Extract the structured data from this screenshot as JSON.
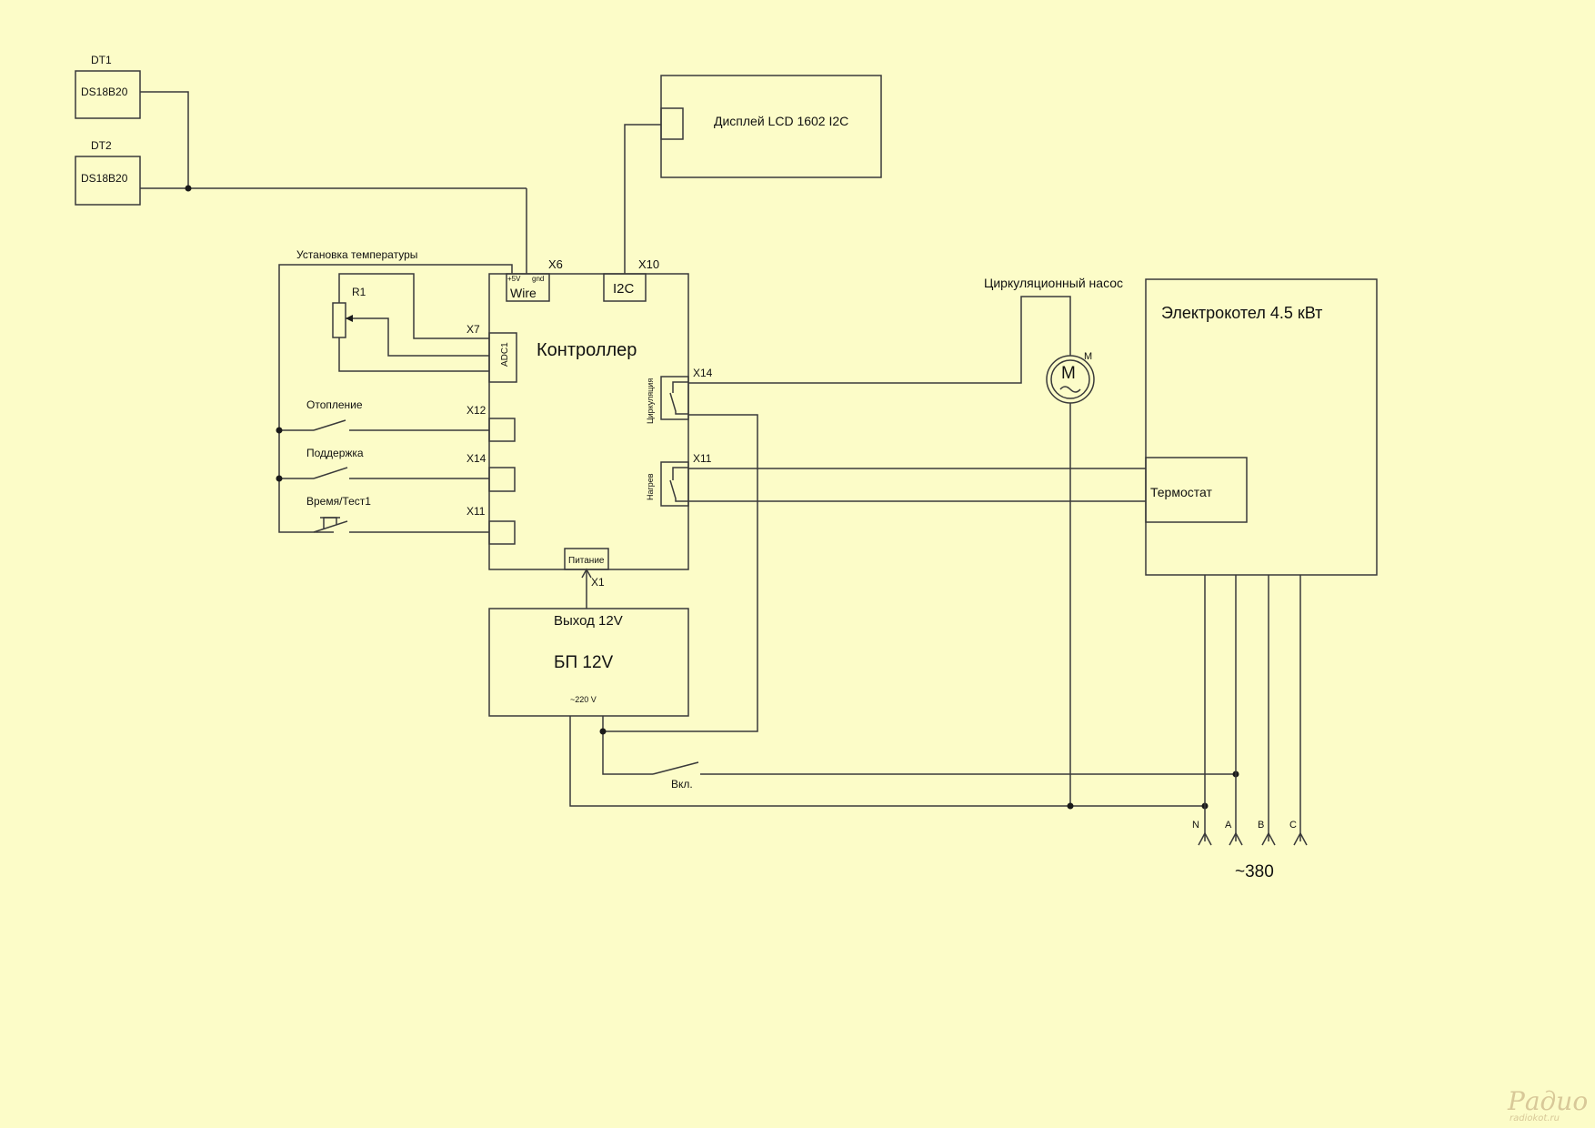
{
  "sensors": {
    "dt1_ref": "DT1",
    "dt1_part": "DS18B20",
    "dt2_ref": "DT2",
    "dt2_part": "DS18B20"
  },
  "display": {
    "label": "Дисплей LCD 1602 I2C"
  },
  "controller": {
    "title": "Контроллер",
    "wire_port": "Wire",
    "wire_pin_5v": "+5V",
    "wire_pin_gnd": "gnd",
    "i2c_port": "I2C",
    "adc_label": "ADC1",
    "power_label": "Питание",
    "relay_circ_label": "Циркуляция",
    "relay_heat_label": "Нагрев"
  },
  "connectors": {
    "x6": "X6",
    "x10": "X10",
    "x7": "X7",
    "x12": "X12",
    "x14_left": "X14",
    "x11_left": "X11",
    "x14_right": "X14",
    "x11_right": "X11",
    "x1": "X1"
  },
  "inputs": {
    "temp_setting_label": "Установка температуры",
    "r1": "R1",
    "heating": "Отопление",
    "support": "Поддержка",
    "time_test": "Время/Тест1"
  },
  "psu": {
    "output": "Выход 12V",
    "name": "БП 12V",
    "input": "~220 V"
  },
  "pump": {
    "label": "Циркуляционный насос",
    "motor_ref": "M",
    "motor_symbol": "M"
  },
  "boiler": {
    "title": "Электрокотел 4.5 кВт",
    "thermostat": "Термостат"
  },
  "mains": {
    "switch_label": "Вкл.",
    "n": "N",
    "a": "A",
    "b": "B",
    "c": "C",
    "voltage": "~380"
  },
  "watermark": {
    "line1": "Радио КОТ",
    "line2": "radiokot.ru"
  }
}
